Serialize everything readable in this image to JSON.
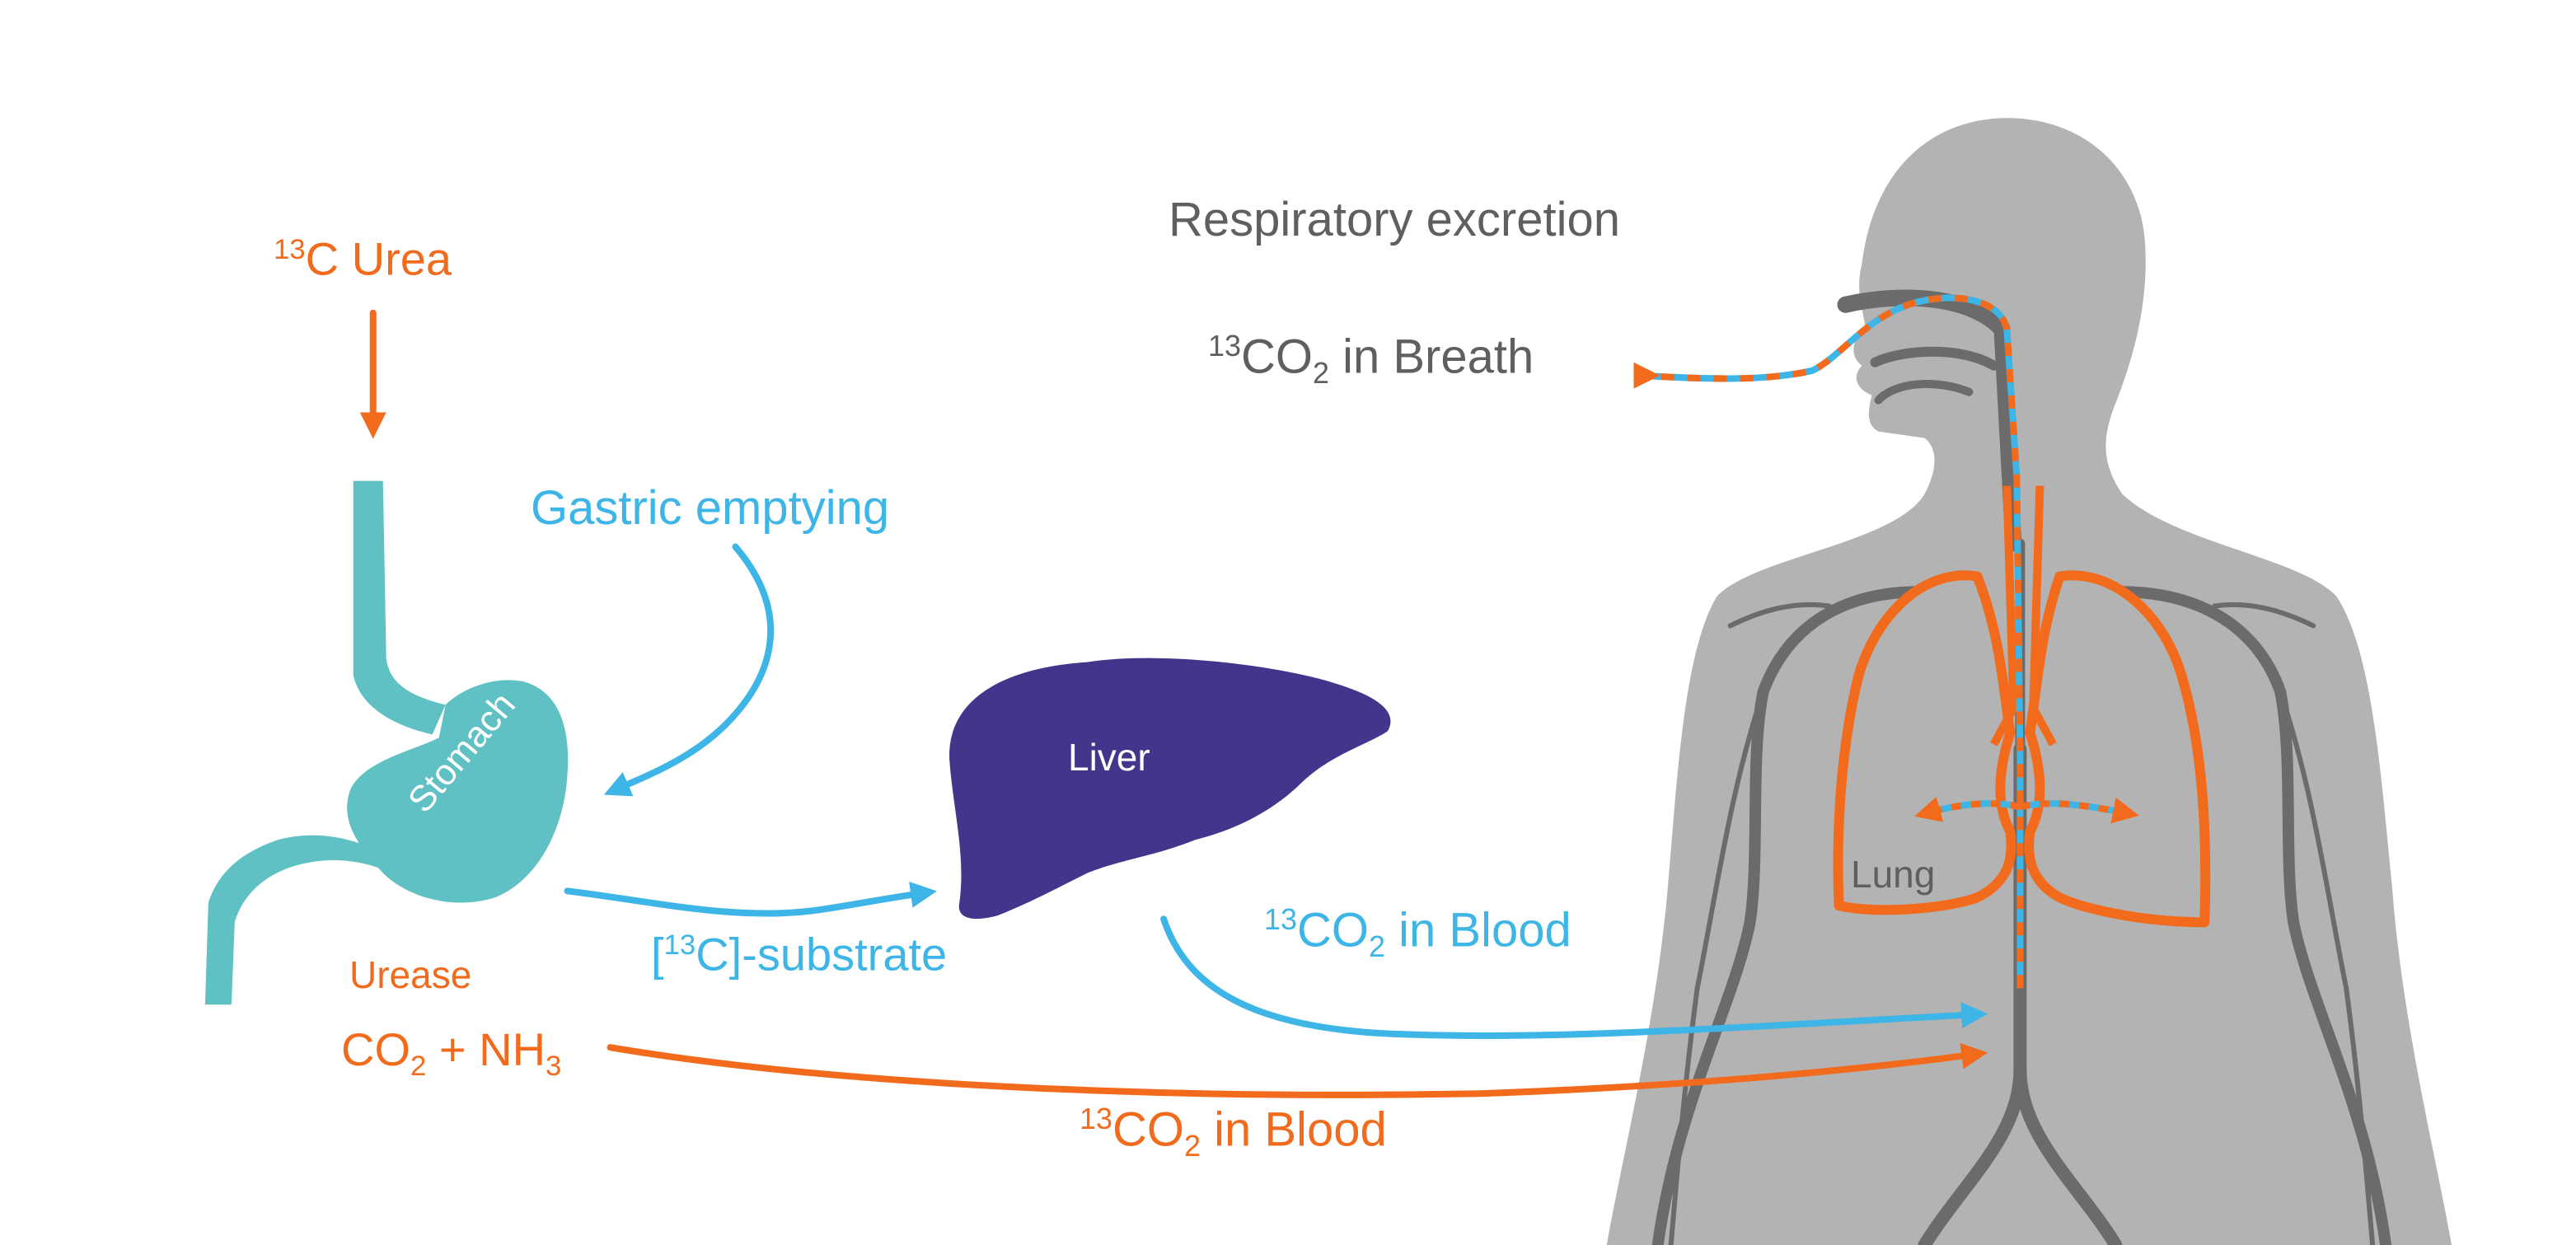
{
  "colors": {
    "orange": "#f26b1d",
    "blue": "#3db5e6",
    "teal": "#5fc1c4",
    "liver": "#43348c",
    "body": "#b3b3b3",
    "vessel": "#6b6b6b",
    "label_gray": "#5f5f5f"
  },
  "labels": {
    "urea": {
      "sup": "13",
      "text": "C Urea"
    },
    "gastric_emptying": "Gastric emptying",
    "stomach": "Stomach",
    "urease": "Urease",
    "co2_nh3": {
      "a": "CO",
      "a_sub": "2",
      "b": " + NH",
      "b_sub": "3"
    },
    "substrate": {
      "pre": "[",
      "sup": "13",
      "post": "C]-substrate"
    },
    "liver": "Liver",
    "co2_blood_blue": {
      "sup": "13",
      "a": "CO",
      "sub": "2",
      "b": " in Blood"
    },
    "co2_blood_orange": {
      "sup": "13",
      "a": "CO",
      "sub": "2",
      "b": " in Blood"
    },
    "respiratory": "Respiratory excretion",
    "breath": {
      "sup": "13",
      "a": "CO",
      "sub": "2",
      "b": " in Breath"
    },
    "lung": "Lung"
  }
}
